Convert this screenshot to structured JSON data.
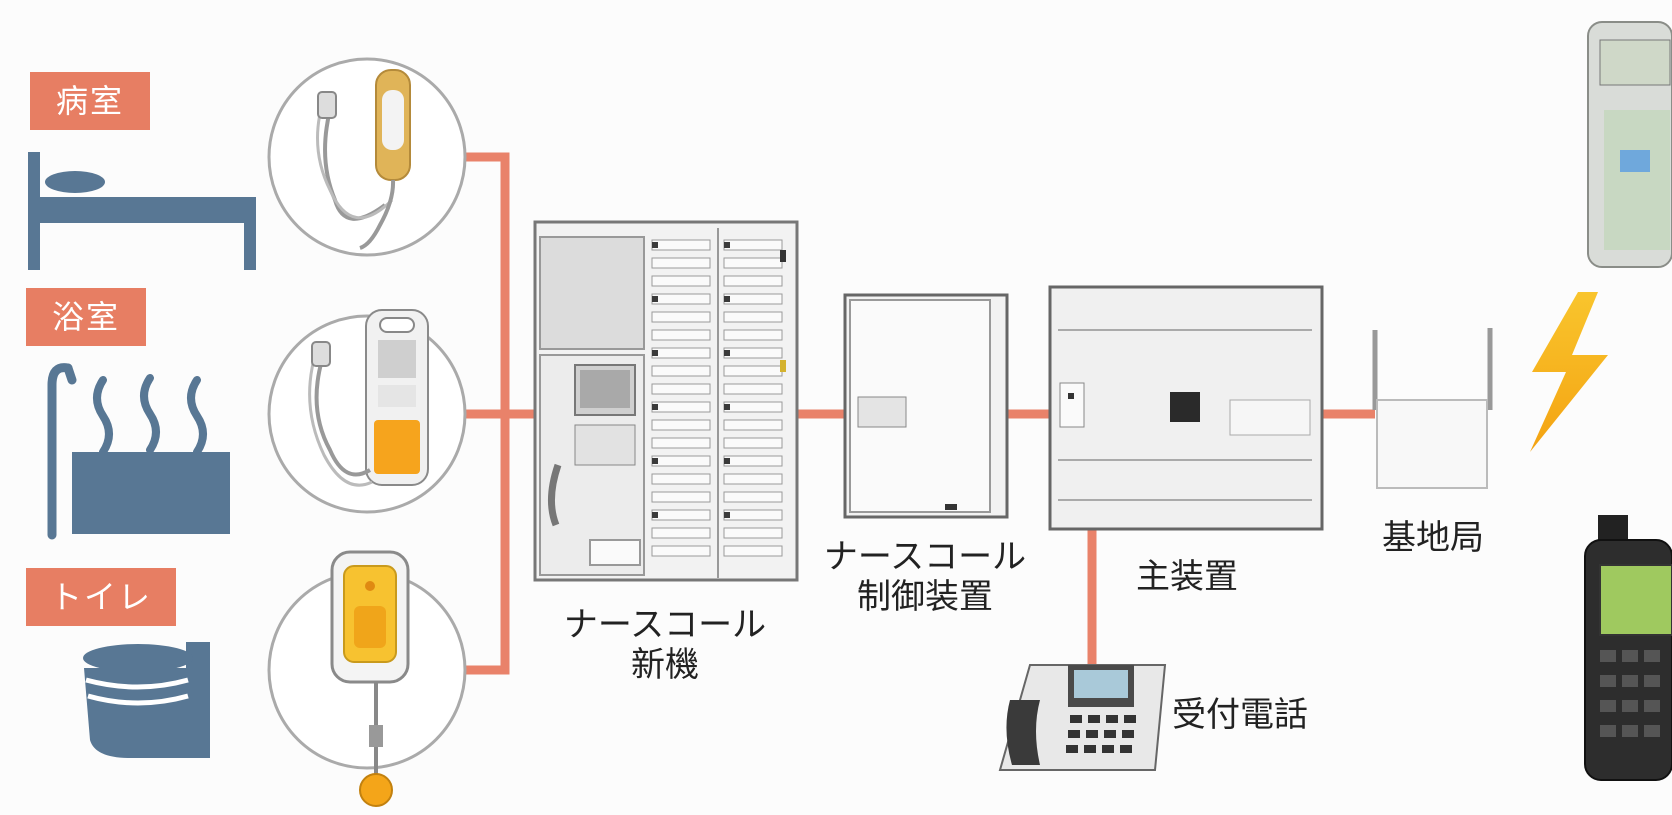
{
  "rooms": {
    "patient_room": "病室",
    "bathroom": "浴室",
    "toilet": "トイレ"
  },
  "devices": {
    "nurse_call_main": [
      "ナースコール",
      "新機"
    ],
    "nurse_call_controller": [
      "ナースコール",
      "制御装置"
    ],
    "main_unit": "主装置",
    "base_station": "基地局",
    "reception_phone": "受付電話"
  },
  "colors": {
    "connector": "#e9826a",
    "tag_bg": "#e77e63",
    "icon_blue": "#587794",
    "lightning": "#f6b81c"
  }
}
